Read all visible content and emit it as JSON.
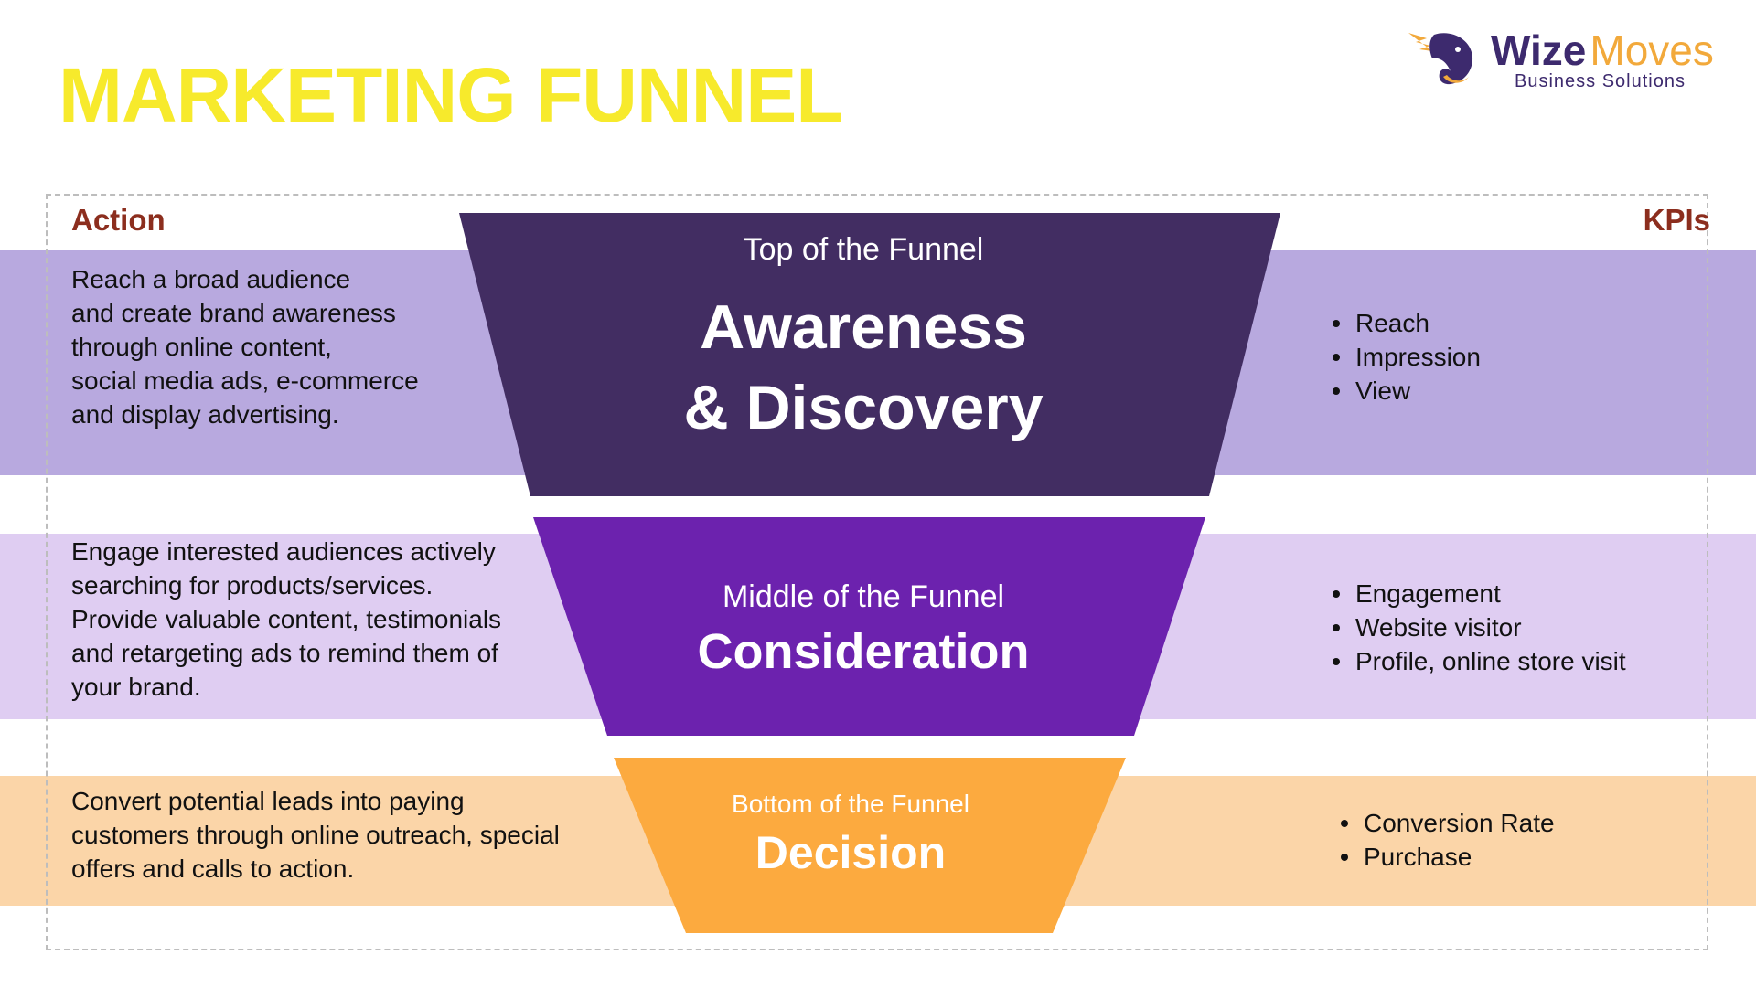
{
  "title": "MARKETING FUNNEL",
  "logo": {
    "name_part1": "Wize",
    "name_part2": "Moves",
    "subtitle": "Business Solutions"
  },
  "headers": {
    "action": "Action",
    "kpis": "KPIs"
  },
  "colors": {
    "title": "#f7ea2c",
    "header": "#8c2e1e",
    "stage1": "#422d62",
    "stage2": "#6c22ae",
    "stage3": "#fcaa3f",
    "band1": "#b8a9df",
    "band2": "#dfcdf2",
    "band3": "#fbd5a8"
  },
  "stages": [
    {
      "position": "Top of the Funnel",
      "name_line1": "Awareness",
      "name_line2": "& Discovery",
      "action_lines": [
        "Reach a broad audience",
        "and create brand awareness",
        "through online content,",
        "social media ads, e-commerce",
        "and display advertising."
      ],
      "kpis": [
        "Reach",
        "Impression",
        "View"
      ]
    },
    {
      "position": "Middle of the Funnel",
      "name_line1": "Consideration",
      "action_lines": [
        "Engage interested audiences actively",
        "searching for products/services.",
        "Provide valuable content, testimonials",
        "and retargeting ads to remind them of",
        "your brand."
      ],
      "kpis": [
        "Engagement",
        "Website visitor",
        "Profile, online store visit"
      ]
    },
    {
      "position": "Bottom of the Funnel",
      "name_line1": "Decision",
      "action_lines": [
        "Convert potential leads into paying",
        "customers through online outreach, special",
        "offers and calls to action."
      ],
      "kpis": [
        "Conversion Rate",
        "Purchase"
      ]
    }
  ]
}
